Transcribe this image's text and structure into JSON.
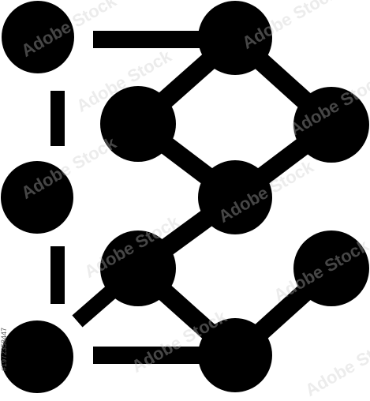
{
  "icon": {
    "name": "molecule-network-icon",
    "fill_color": "#000000",
    "background_color": "#ffffff",
    "node_count": 10
  },
  "watermark": {
    "text": "Adobe Stock",
    "stock_id": "#1972358447"
  }
}
